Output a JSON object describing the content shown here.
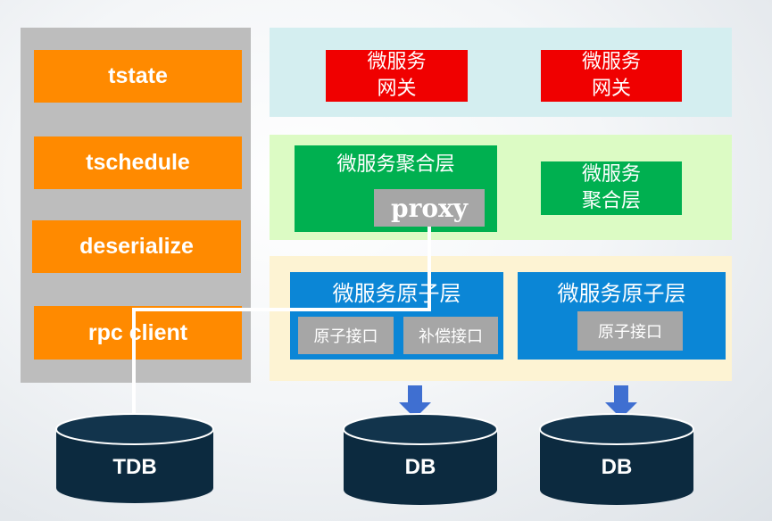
{
  "client_stack": {
    "items": [
      {
        "label": "tstate"
      },
      {
        "label": "tschedule"
      },
      {
        "label": "deserialize"
      },
      {
        "label": "rpc client"
      }
    ]
  },
  "gateway_layer": {
    "gateways": [
      {
        "label": "微服务\n网关"
      },
      {
        "label": "微服务\n网关"
      }
    ]
  },
  "aggregation_layer": {
    "primary": {
      "title": "微服务聚合层",
      "proxy_label": "proxy"
    },
    "secondary": {
      "label": "微服务\n聚合层"
    }
  },
  "atomic_layer": {
    "left": {
      "title": "微服务原子层",
      "interfaces": [
        {
          "label": "原子接口"
        },
        {
          "label": "补偿接口"
        }
      ]
    },
    "right": {
      "title": "微服务原子层",
      "interfaces": [
        {
          "label": "原子接口"
        }
      ]
    }
  },
  "databases": [
    {
      "label": "TDB"
    },
    {
      "label": "DB"
    },
    {
      "label": "DB"
    }
  ],
  "colors": {
    "orange": "#ff8a00",
    "gateway_red": "#f00000",
    "aggregation_green": "#00b050",
    "atomic_blue": "#0b86d6",
    "interface_gray": "#a6a6a6",
    "db_navy": "#0c2a3f",
    "arrow_blue": "#3f6fd1"
  }
}
